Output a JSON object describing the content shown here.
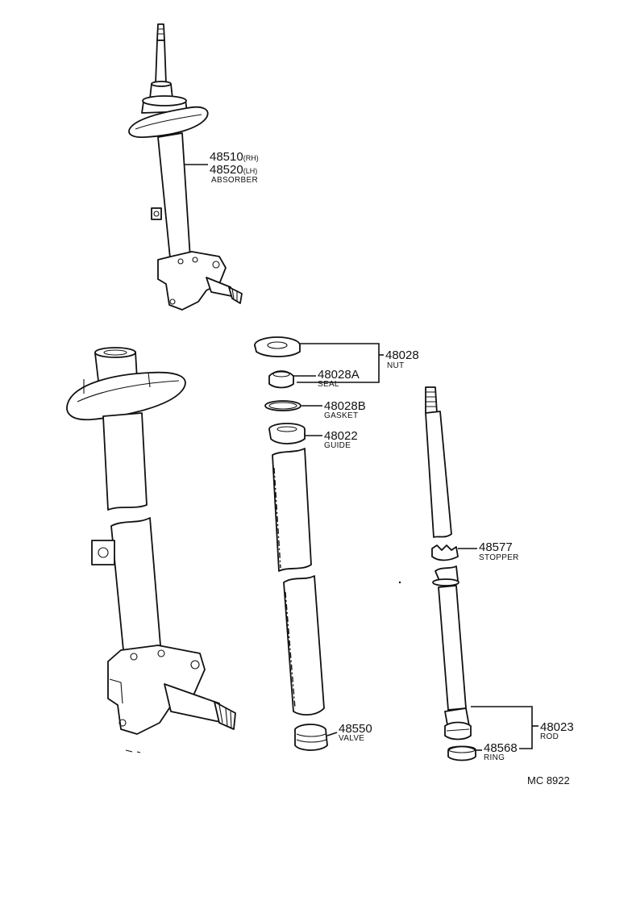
{
  "labels": {
    "absorber": {
      "num_rh": "48510",
      "suffix_rh": "(RH)",
      "num_lh": "48520",
      "suffix_lh": "(LH)",
      "name": "ABSORBER"
    },
    "nut": {
      "num": "48028",
      "name": "NUT"
    },
    "seal": {
      "num": "48028A",
      "name": "SEAL"
    },
    "gasket": {
      "num": "48028B",
      "name": "GASKET"
    },
    "guide": {
      "num": "48022",
      "name": "GUIDE"
    },
    "stopper": {
      "num": "48577",
      "name": "STOPPER"
    },
    "valve": {
      "num": "48550",
      "name": "VALVE"
    },
    "rod": {
      "num": "48023",
      "name": "ROD"
    },
    "ring": {
      "num": "48568",
      "name": "RING"
    }
  },
  "diagram_code": "MC 8922"
}
